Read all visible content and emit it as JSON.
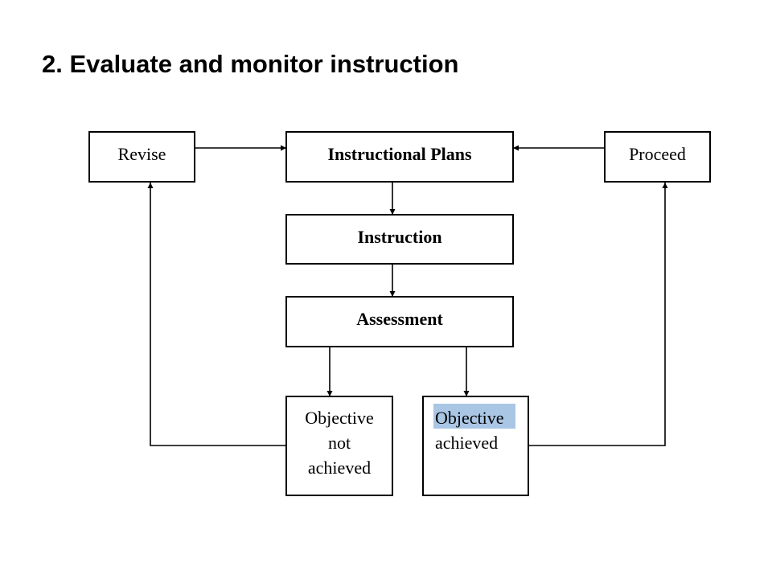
{
  "slide": {
    "title": "2. Evaluate and monitor instruction"
  },
  "diagram": {
    "nodes": {
      "revise": "Revise",
      "instructional_plans": "Instructional Plans",
      "proceed": "Proceed",
      "instruction": "Instruction",
      "assessment": "Assessment",
      "objective_not_achieved": [
        "Objective",
        "not",
        "achieved"
      ],
      "objective_achieved": [
        "Objective",
        "achieved"
      ]
    },
    "edges": [
      [
        "revise",
        "instructional_plans"
      ],
      [
        "proceed",
        "instructional_plans"
      ],
      [
        "instructional_plans",
        "instruction"
      ],
      [
        "instruction",
        "assessment"
      ],
      [
        "assessment",
        "objective_not_achieved"
      ],
      [
        "assessment",
        "objective_achieved"
      ],
      [
        "objective_not_achieved",
        "revise"
      ],
      [
        "objective_achieved",
        "proceed"
      ]
    ],
    "colors": {
      "line": "#000000",
      "text_highlight": "#a9c6e4"
    }
  }
}
